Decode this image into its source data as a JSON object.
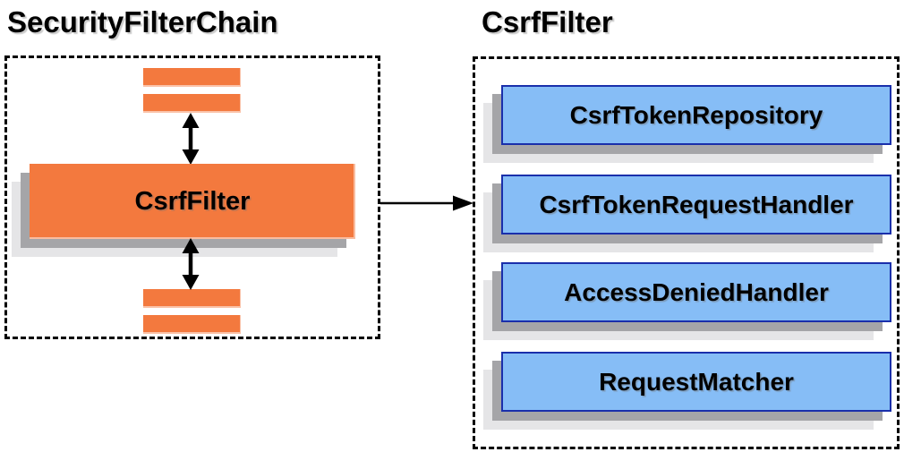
{
  "left_panel": {
    "title": "SecurityFilterChain",
    "filter_label": "CsrfFilter"
  },
  "right_panel": {
    "title": "CsrfFilter",
    "components": [
      {
        "label": "CsrfTokenRepository"
      },
      {
        "label": "CsrfTokenRequestHandler"
      },
      {
        "label": "AccessDeniedHandler"
      },
      {
        "label": "RequestMatcher"
      }
    ]
  },
  "icons": {
    "vertical_double_arrow": "double-arrow-icon",
    "arrow_right": "arrow-right-icon"
  },
  "colors": {
    "node_orange": "#F3793E",
    "component_blue_fill": "#86BDF6",
    "component_blue_border": "#1A2FAB",
    "shadow_dark": "#A5A5A8",
    "shadow_light": "#E5E5E7",
    "arrow_black": "#000000",
    "background": "#FFFFFF"
  }
}
